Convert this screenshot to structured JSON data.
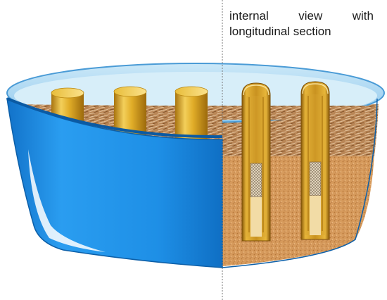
{
  "caption": {
    "words": [
      "internal",
      "view",
      "with"
    ],
    "line2": "longitudinal section"
  },
  "colors": {
    "tub_blue": "#1e90e8",
    "tub_rim": "#9fd3f2",
    "straw": "#b07a4a",
    "soil": "#d59a5a",
    "stake_gold": "#d9a21e"
  },
  "scene": {
    "visible_stakes": 3,
    "sectioned_stakes": 2
  }
}
